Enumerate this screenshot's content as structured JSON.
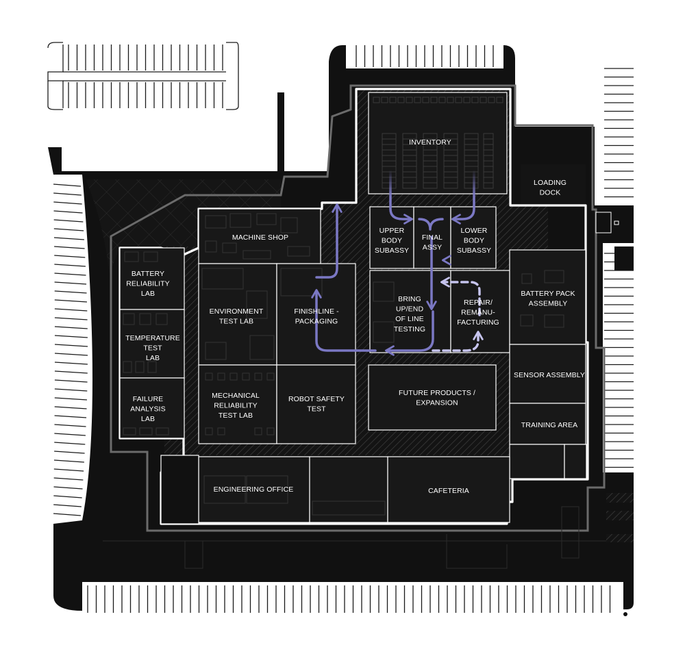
{
  "colors": {
    "background": "#ffffff",
    "building": "#111111",
    "room_fill": "#181818",
    "wall": "#ffffff",
    "perimeter": "#6b6b6b",
    "flow_arrow": "#7b78c4",
    "flow_arrow_dashed": "#c6c4ee",
    "parking": "#1a1a1a"
  },
  "rooms": {
    "inventory": "INVENTORY",
    "loading_dock": [
      "LOADING",
      "DOCK"
    ],
    "machine_shop": "MACHINE SHOP",
    "upper_body_subassy": [
      "UPPER",
      "BODY",
      "SUBASSY"
    ],
    "final_assy": [
      "FINAL",
      "ASSY"
    ],
    "lower_body_subassy": [
      "LOWER",
      "BODY",
      "SUBASSY"
    ],
    "battery_reliability_lab": [
      "BATTERY",
      "RELIABILITY",
      "LAB"
    ],
    "environment_test_lab": [
      "ENVIRONMENT",
      "TEST LAB"
    ],
    "finishline_packaging": [
      "FINISHLINE -",
      "PACKAGING"
    ],
    "bring_up_testing": [
      "BRING",
      "UP/END",
      "OF LINE",
      "TESTING"
    ],
    "repair_remanufacturing": [
      "REPAIR/",
      "REMANU-",
      "FACTURING"
    ],
    "battery_pack_assembly": [
      "BATTERY PACK",
      "ASSEMBLY"
    ],
    "temperature_test_lab": [
      "TEMPERATURE",
      "TEST",
      "LAB"
    ],
    "sensor_assembly": "SENSOR ASSEMBLY",
    "failure_analysis_lab": [
      "FAILURE",
      "ANALYSIS",
      "LAB"
    ],
    "mechanical_reliability_test_lab": [
      "MECHANICAL",
      "RELIABILITY",
      "TEST LAB"
    ],
    "robot_safety_test": [
      "ROBOT SAFETY",
      "TEST"
    ],
    "future_products_expansion": [
      "FUTURE PRODUCTS /",
      "EXPANSION"
    ],
    "training_area": "TRAINING AREA",
    "engineering_office": "ENGINEERING OFFICE",
    "cafeteria": "CAFETERIA"
  }
}
